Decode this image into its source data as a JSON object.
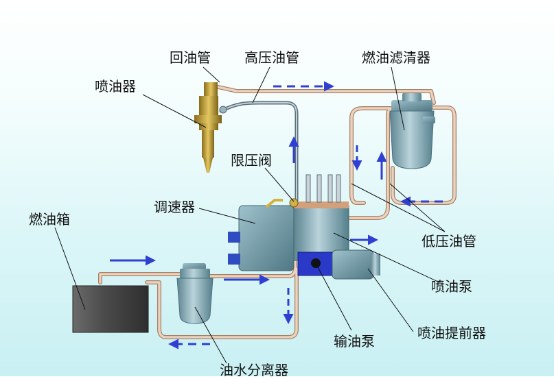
{
  "labels": {
    "return_pipe": "回油管",
    "high_pressure_pipe": "高压油管",
    "fuel_filter": "燃油滤清器",
    "injector": "喷油器",
    "pressure_limit_valve": "限压阀",
    "governor": "调速器",
    "fuel_tank": "燃油箱",
    "low_pressure_pipe": "低压油管",
    "injection_pump": "喷油泵",
    "injection_advancer": "喷油提前器",
    "feed_pump": "输油泵",
    "oil_water_separator": "油水分离器"
  },
  "colors": {
    "pipe": "#dcbfa7",
    "pipe_outline": "#a67f63",
    "flow_arrow": "#2f3fd0",
    "component_metal": "#7ea7b4",
    "tank": "#4a4a4a"
  }
}
